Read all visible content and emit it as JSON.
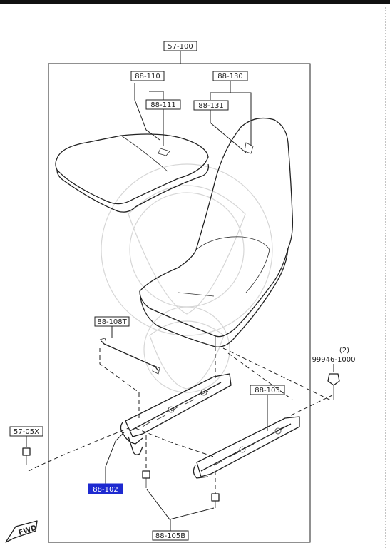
{
  "labels": {
    "assembly": "57-100",
    "cushion_cover_a": "88-110",
    "cushion_cover_b": "88-111",
    "back_cover_a": "88-130",
    "back_cover_b": "88-131",
    "cable": "88-108T",
    "rail_right": "88-103",
    "hardware_qty": "(2)",
    "hardware": "99946-1000",
    "side_bolt": "57-05X",
    "rail_left": "88-102",
    "bolt": "88-105B",
    "fwd": "FWD"
  },
  "highlight_color": "#1e2ad0"
}
